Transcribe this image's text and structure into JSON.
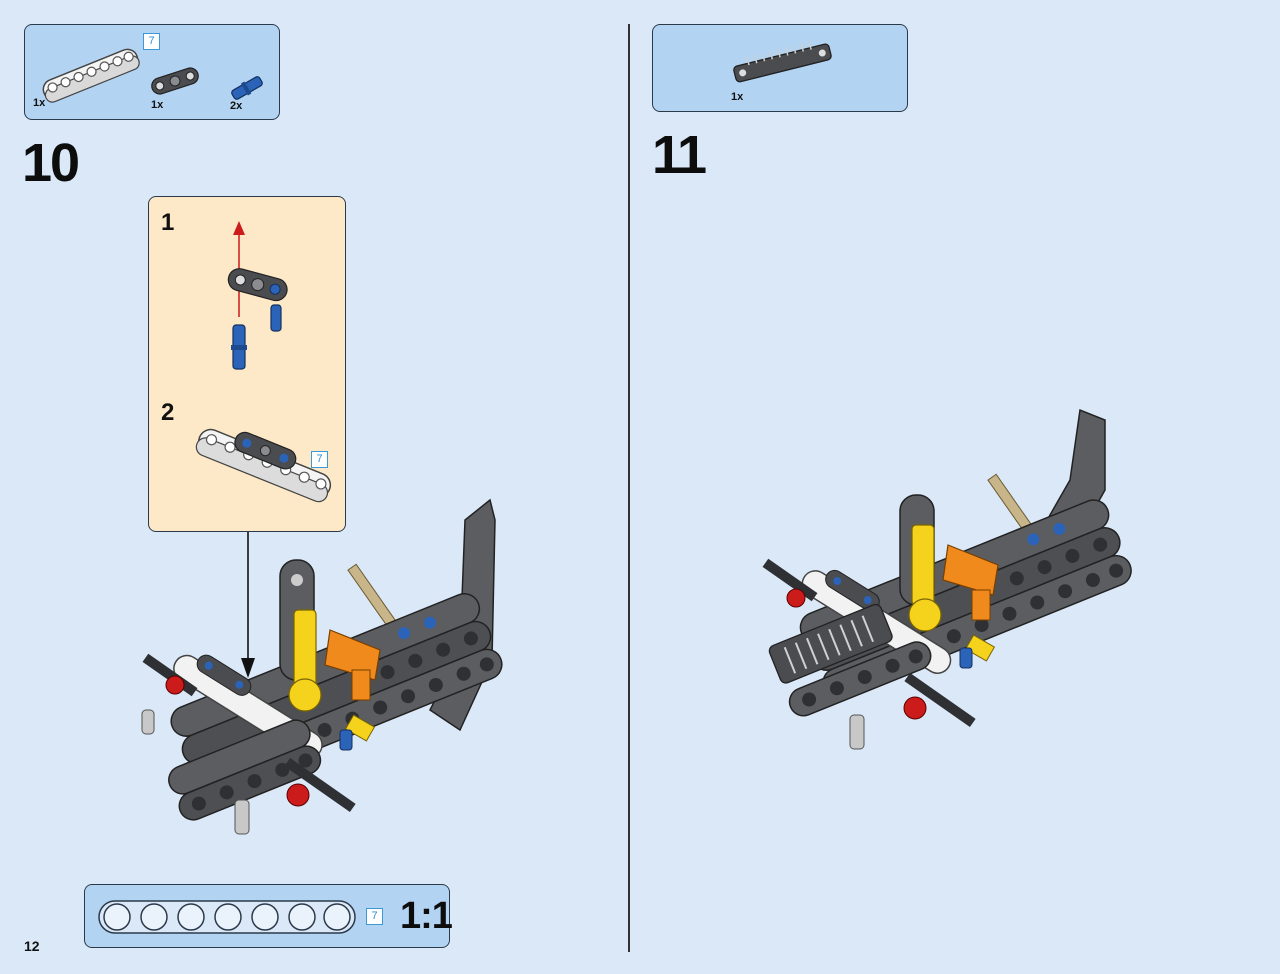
{
  "step10": {
    "number": "10",
    "parts": [
      {
        "qty": "1x",
        "length": "7"
      },
      {
        "qty": "1x"
      },
      {
        "qty": "2x"
      }
    ],
    "substeps": [
      {
        "number": "1"
      },
      {
        "number": "2",
        "length": "7"
      }
    ]
  },
  "step11": {
    "number": "11",
    "parts": [
      {
        "qty": "1x"
      }
    ]
  },
  "ruler": {
    "length": "7",
    "scale": "1:1"
  },
  "page": {
    "number": "12"
  },
  "colors": {
    "background": "#dbe8f8",
    "parts_box": "#b3d3f2",
    "substep_box": "#fde9c7",
    "beam_gray": "#5b5d60",
    "beam_white": "#f2f2f2",
    "pin_blue": "#2b63b8",
    "axle_red": "#cc1b1b",
    "yellow": "#f5d21c",
    "orange": "#f08a1c"
  }
}
